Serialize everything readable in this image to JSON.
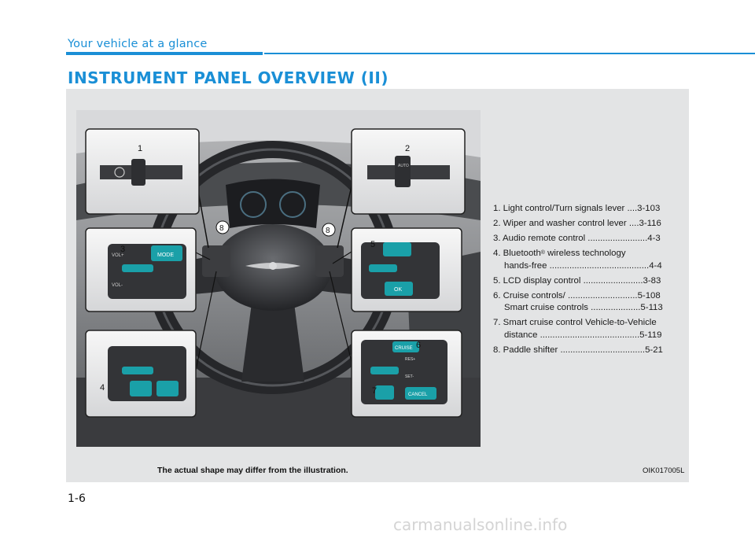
{
  "header": {
    "section": "Your vehicle at a glance",
    "title": "INSTRUMENT PANEL OVERVIEW (II)"
  },
  "figure": {
    "callouts": [
      "1",
      "2",
      "3",
      "4",
      "5",
      "6",
      "7",
      "8",
      "8"
    ],
    "control_labels": {
      "mode": "MODE",
      "ok": "OK",
      "vol_plus": "VOL+",
      "vol_minus": "VOL-",
      "cruise": "CRUISE",
      "res": "RES+",
      "set": "SET-",
      "cancel": "CANCEL",
      "auto": "AUTO"
    },
    "caption": "The actual shape may differ from the illustration.",
    "code": "OIK017005L"
  },
  "legend": [
    {
      "line1": "1. Light control/Turn signals lever  ....3-103"
    },
    {
      "line1": "2. Wiper and washer control lever ....3-116"
    },
    {
      "line1": "3. Audio remote control ........................4-3"
    },
    {
      "line1_pre": "4. Bluetooth",
      "sup": "®",
      "line1_post": " wireless technology",
      "line2": "hands-free ........................................4-4"
    },
    {
      "line1": "5. LCD display control ........................3-83"
    },
    {
      "line1": "6. Cruise controls/ ............................5-108",
      "line2": "Smart cruise controls ....................5-113"
    },
    {
      "line1": "7. Smart cruise control Vehicle-to-Vehicle",
      "line2": "distance ........................................5-119"
    },
    {
      "line1": "8. Paddle shifter ..................................5-21"
    }
  ],
  "footer": {
    "page_number": "1-6",
    "watermark": "carmanualsonline.info"
  },
  "colors": {
    "accent": "#1a8fd6",
    "teal_button": "#1aa0a8",
    "panel_bg": "#e3e4e5"
  }
}
